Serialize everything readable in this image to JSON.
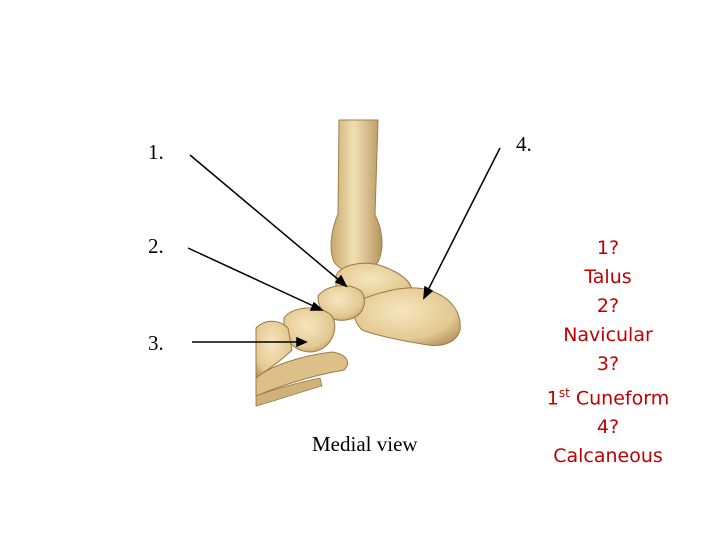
{
  "labels": {
    "l1": "1.",
    "l2": "2.",
    "l3": "3.",
    "l4": "4."
  },
  "caption": "Medial view",
  "answers": {
    "q1": "1?",
    "a1": "Talus",
    "q2": "2?",
    "a2": "Navicular",
    "q3": "3?",
    "a3_prefix": "1",
    "a3_sup": "st",
    "a3_rest": " Cuneform",
    "q4": "4?",
    "a4": "Calcaneous"
  },
  "colors": {
    "answer_text": "#c00000",
    "bone": "#e8d2a0",
    "bone_shadow": "#b89560"
  }
}
